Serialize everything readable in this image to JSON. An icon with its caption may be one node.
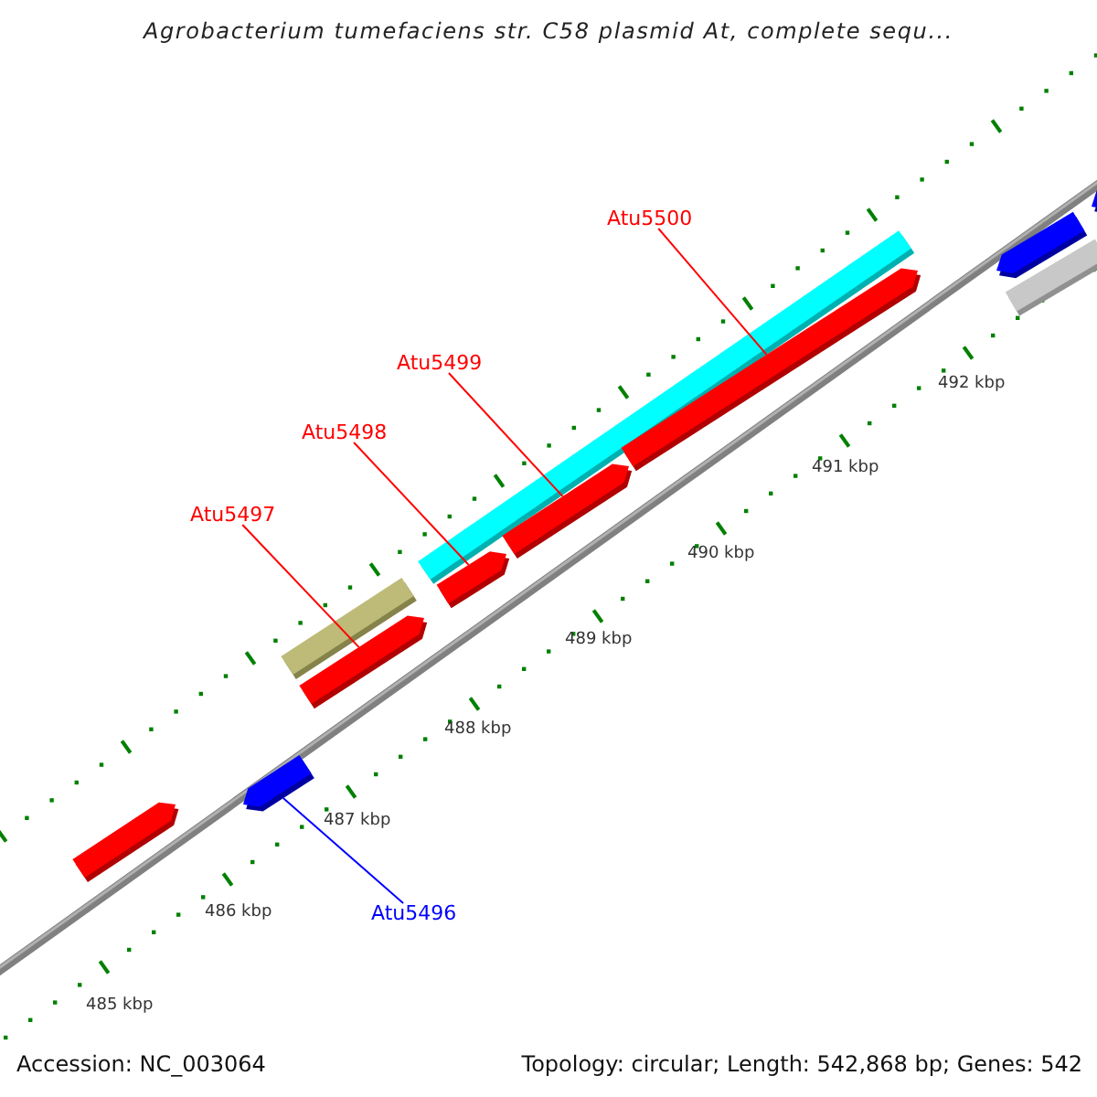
{
  "diagram": {
    "title": "Agrobacterium tumefaciens str. C58 plasmid At, complete sequ...",
    "nodes": [
      {
        "text": [
          "Atu5500"
        ]
      },
      {
        "text": [],
        "shape": "bar"
      },
      {
        "text": [],
        "shape": "bar"
      },
      {
        "text": [],
        "shape": "bar"
      },
      {
        "text": [],
        "shape": "bar"
      },
      {
        "text": [],
        "shape": "bar"
      },
      {
        "text": [
          "Atu5499"
        ]
      },
      {
        "text": [],
        "shape": "bar"
      },
      {
        "text": [
          "Atu5498"
        ]
      },
      {
        "text": [],
        "shape": "bar"
      },
      {
        "text": [
          "Atu5497"
        ]
      },
      {
        "text": [],
        "shape": "bar"
      },
      {
        "text": [],
        "shape": "bar"
      },
      {
        "text": [],
        "shape": "bar"
      },
      {
        "text": [],
        "shape": "bar"
      },
      {
        "text": [
          "Atu5496"
        ]
      }
    ],
    "edges": [
      {
        "from": 0,
        "to": 5,
        "arrow": "none"
      },
      {
        "from": 6,
        "to": 7,
        "arrow": "none"
      },
      {
        "from": 8,
        "to": 9,
        "arrow": "none"
      },
      {
        "from": 10,
        "to": 12,
        "arrow": "none"
      },
      {
        "from": 15,
        "to": 13,
        "arrow": "none",
        "color": "#0000ff"
      }
    ],
    "labels": [
      "492 kbp",
      "491 kbp",
      "490 kbp",
      "489 kbp",
      "488 kbp",
      "487 kbp",
      "486 kbp",
      "485 kbp",
      "Accession: NC_003064",
      "Topology: circular; Length: 542,868 bp; Genes: 542"
    ]
  }
}
